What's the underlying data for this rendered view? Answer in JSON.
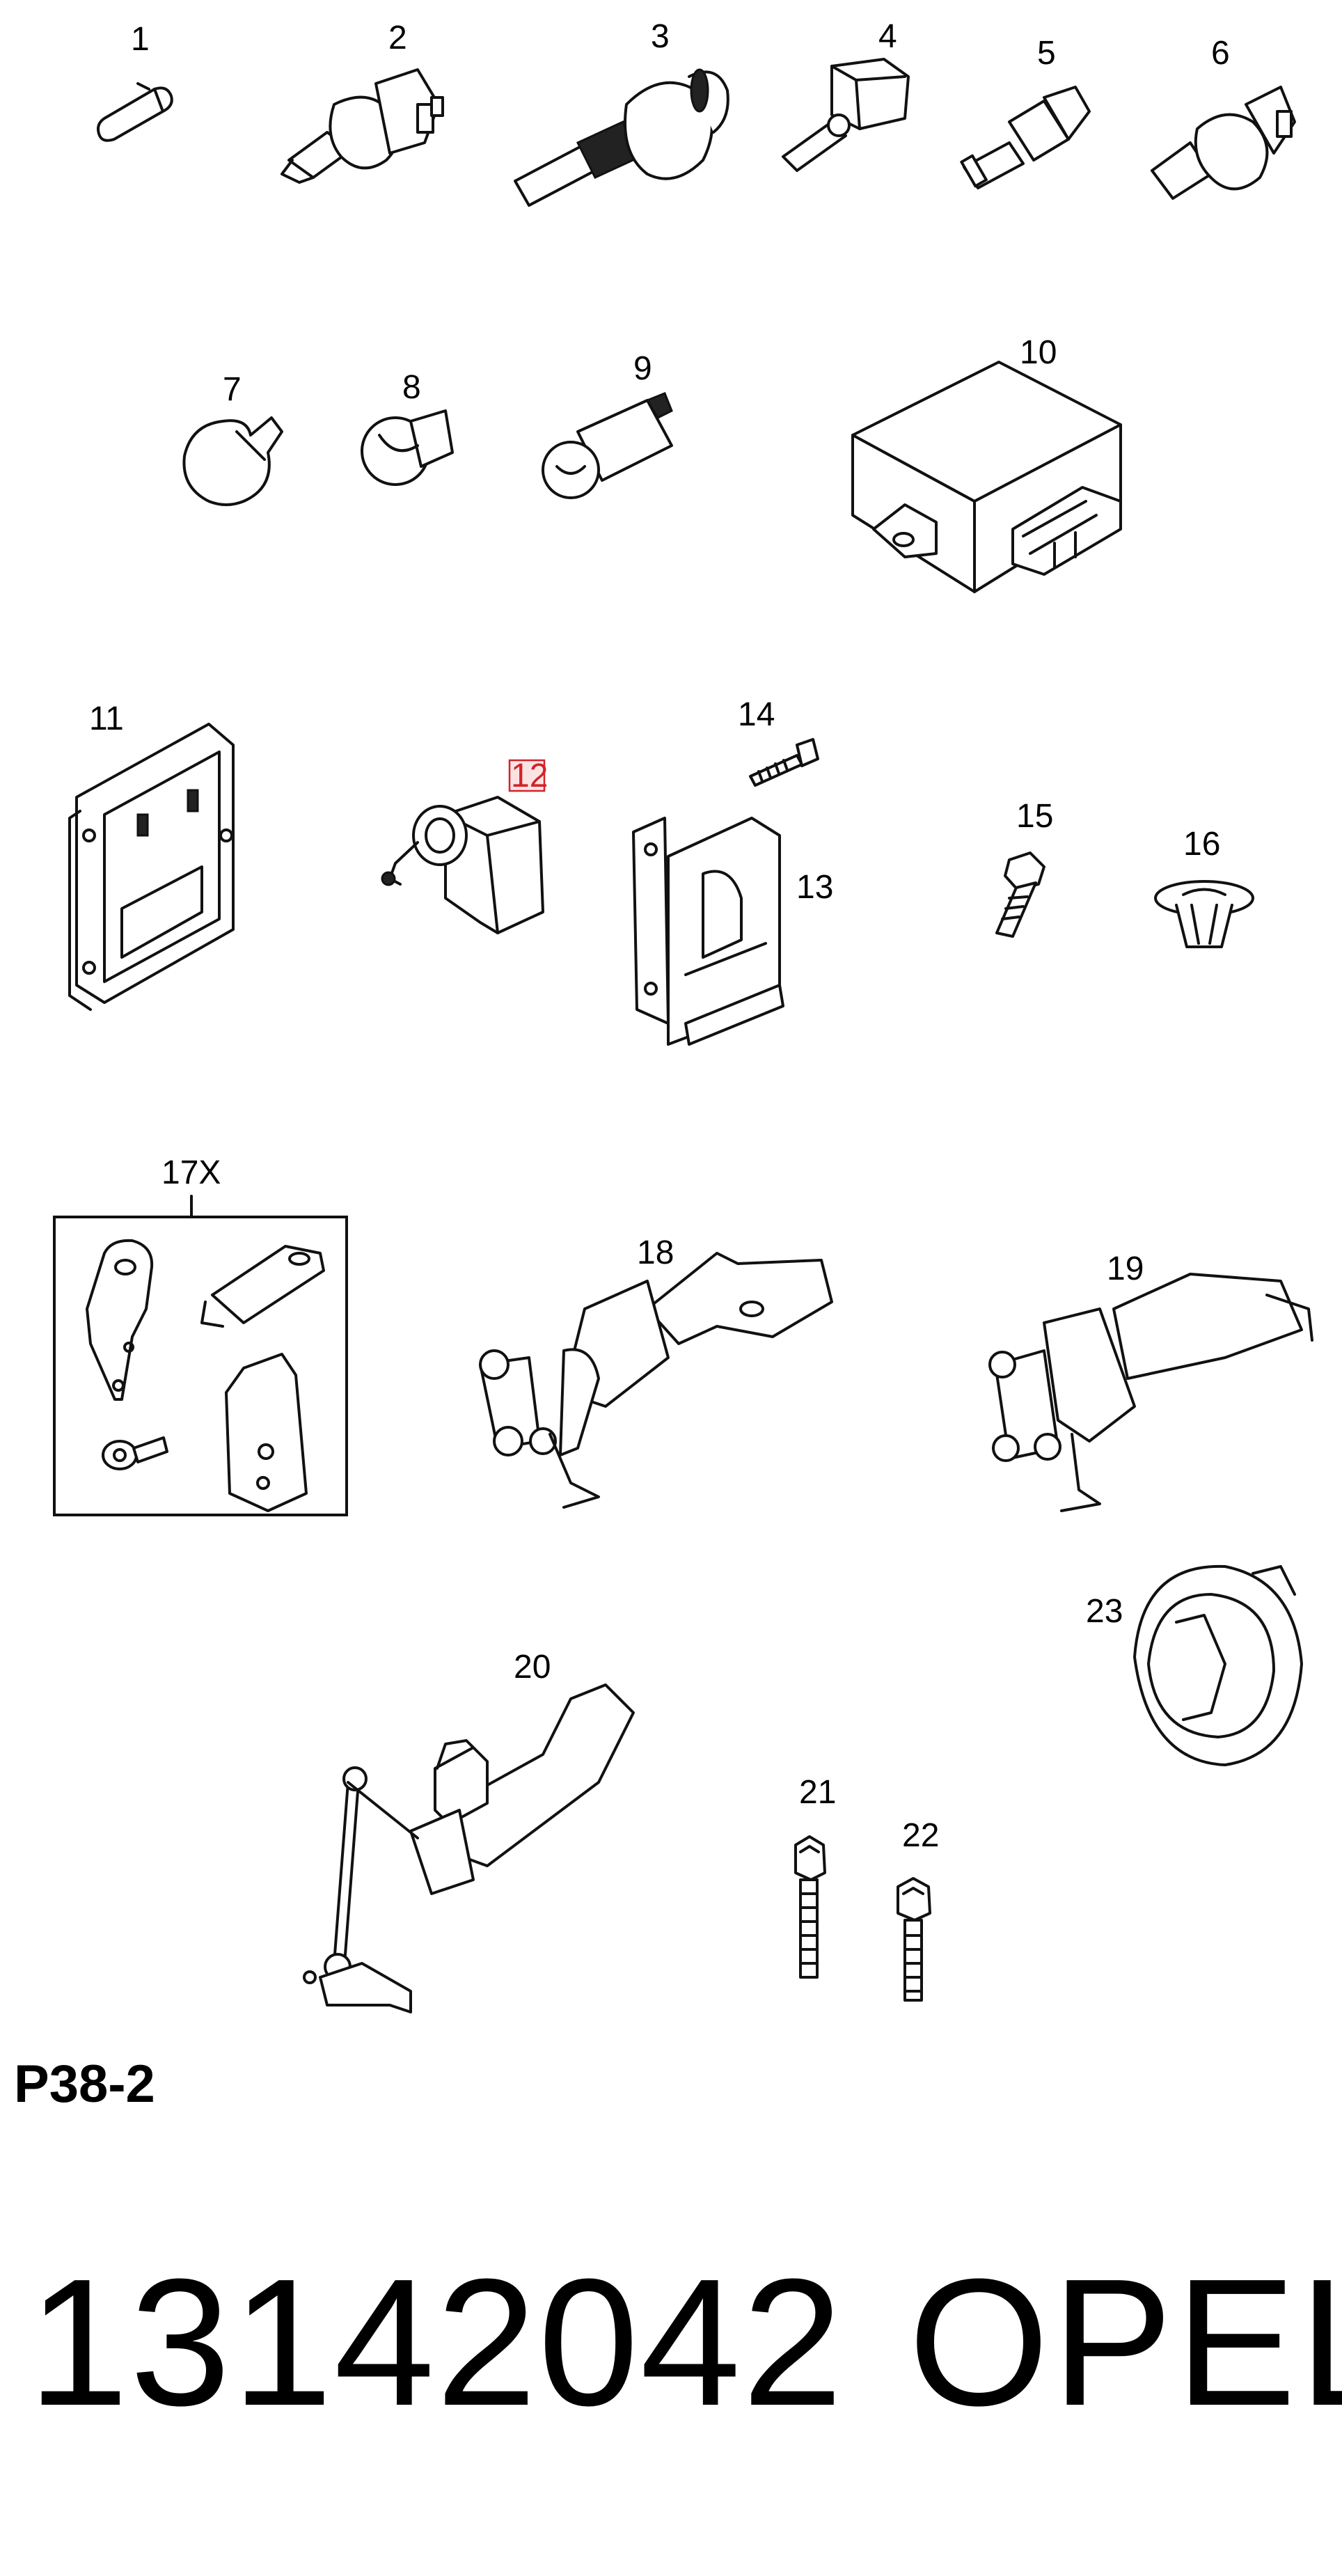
{
  "callouts": [
    "1",
    "2",
    "3",
    "4",
    "5",
    "6",
    "7",
    "8",
    "9",
    "10",
    "11",
    "12",
    "13",
    "14",
    "15",
    "16",
    "17X",
    "18",
    "19",
    "20",
    "21",
    "22",
    "23"
  ],
  "highlighted_callout": "12",
  "highlight_color": "#d2232a",
  "figure_code": "P38-2",
  "part_number": "13142042",
  "brand": "OPEL"
}
